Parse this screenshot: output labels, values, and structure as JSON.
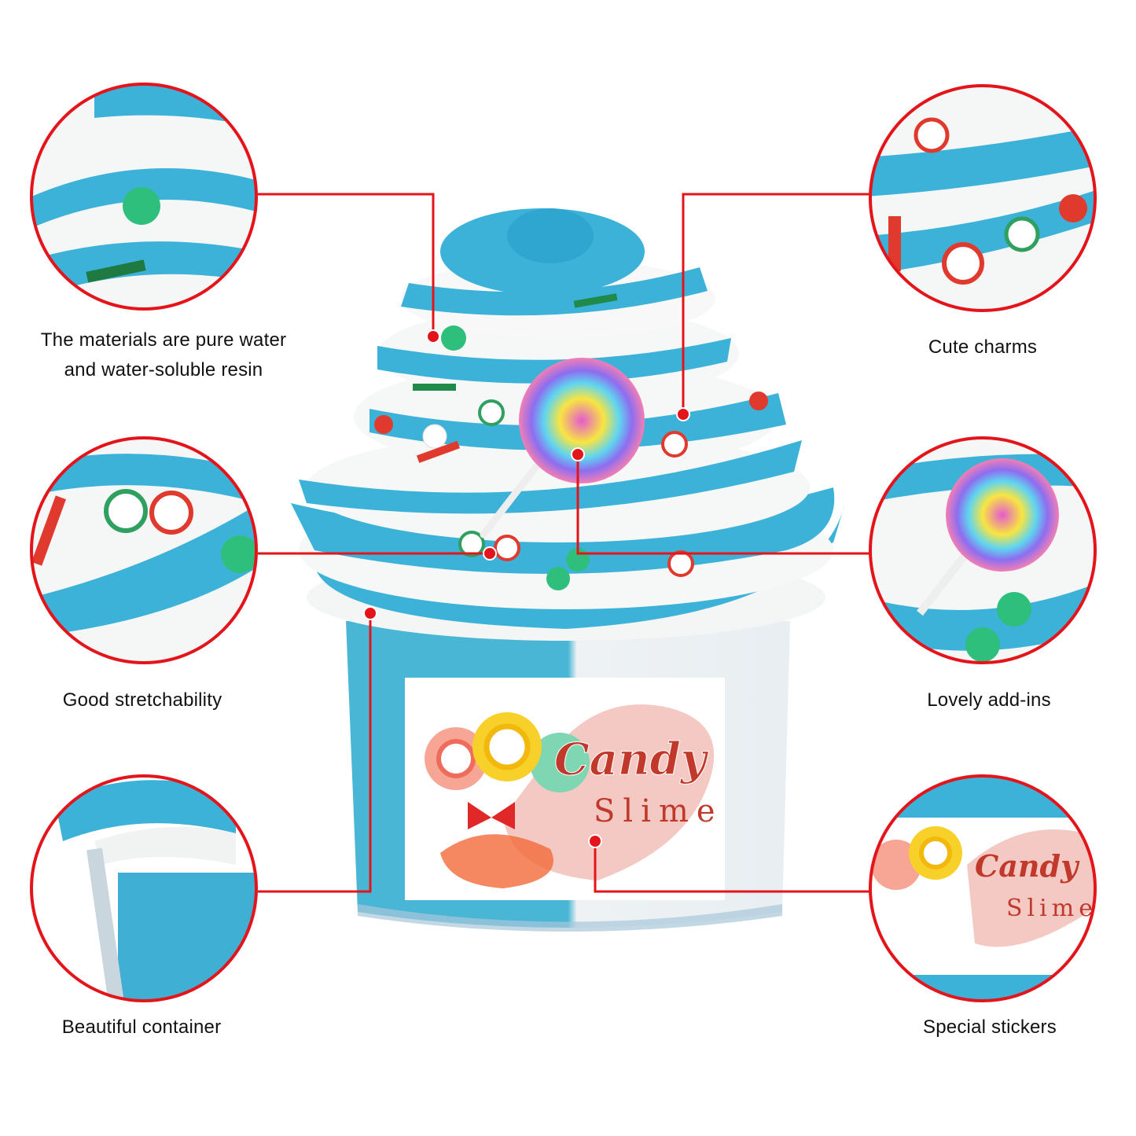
{
  "colors": {
    "accent_red": "#e4141b",
    "slime_blue": "#3fb3d8",
    "slime_white": "#f7f8f8"
  },
  "features": [
    {
      "id": "materials",
      "lines": [
        "The materials are pure water",
        "and water-soluble resin"
      ]
    },
    {
      "id": "charms",
      "lines": [
        "Cute charms"
      ]
    },
    {
      "id": "stretch",
      "lines": [
        "Good stretchability"
      ]
    },
    {
      "id": "addins",
      "lines": [
        "Lovely add-ins"
      ]
    },
    {
      "id": "container",
      "lines": [
        "Beautiful container"
      ]
    },
    {
      "id": "stickers",
      "lines": [
        "Special stickers"
      ]
    }
  ],
  "sticker": {
    "title": "Candy",
    "subtitle": "Slime"
  }
}
